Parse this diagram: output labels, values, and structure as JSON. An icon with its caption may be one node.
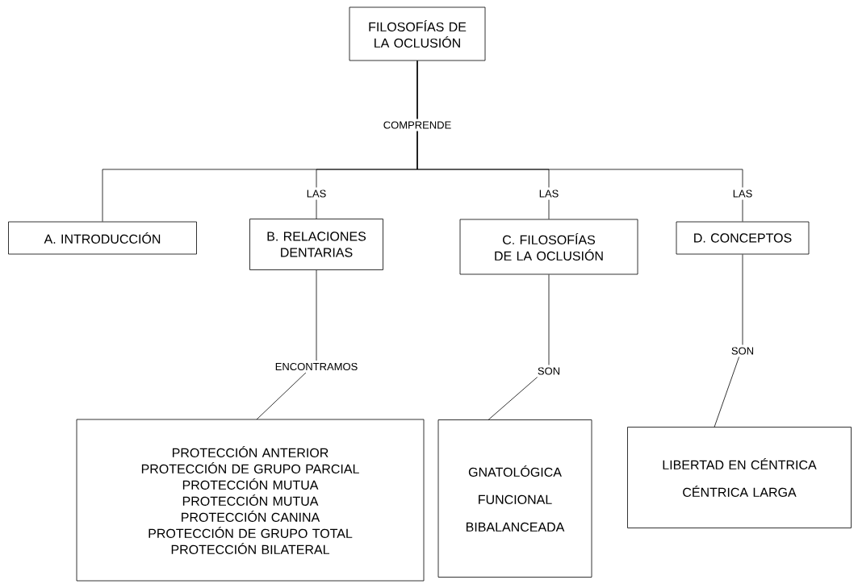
{
  "diagram": {
    "nodes": [
      {
        "text": [
          "FILOSOFÍAS DE LA OCLUSIÓN"
        ]
      },
      {
        "text": [
          "A. INTRODUCCIÓN"
        ]
      },
      {
        "text": [
          "B. RELACIONES DENTARIAS"
        ]
      },
      {
        "text": [
          "C. FILOSOFÍAS DE LA OCLUSIÓN"
        ]
      },
      {
        "text": [
          "D. CONCEPTOS"
        ]
      },
      {
        "text": [
          "PROTECCIÓN ANTERIOR",
          "PROTECCIÓN DE GRUPO PARCIAL",
          "PROTECCIÓN MUTUA",
          "PROTECCIÓN MUTUA",
          "PROTECCIÓN CANINA",
          "PROTECCIÓN DE GRUPO TOTAL",
          "PROTECCIÓN BILATERAL"
        ]
      },
      {
        "text": [
          "GNATOLÓGICA",
          "FUNCIONAL",
          "BIBALANCEADA"
        ]
      },
      {
        "text": [
          "LIBERTAD EN CÉNTRICA",
          "CÉNTRICA LARGA"
        ]
      }
    ],
    "edges": [
      {
        "from": 0,
        "to": 1,
        "arrow": "none",
        "label": "COMPRENDE"
      },
      {
        "from": 0,
        "to": 2,
        "arrow": "none",
        "label": "LAS"
      },
      {
        "from": 0,
        "to": 3,
        "arrow": "none",
        "label": "LAS"
      },
      {
        "from": 0,
        "to": 4,
        "arrow": "none",
        "label": "LAS"
      },
      {
        "from": 2,
        "to": 5,
        "arrow": "none",
        "label": "ENCONTRAMOS"
      },
      {
        "from": 3,
        "to": 6,
        "arrow": "none",
        "label": "SON"
      },
      {
        "from": 4,
        "to": 7,
        "arrow": "none",
        "label": "SON"
      }
    ]
  }
}
